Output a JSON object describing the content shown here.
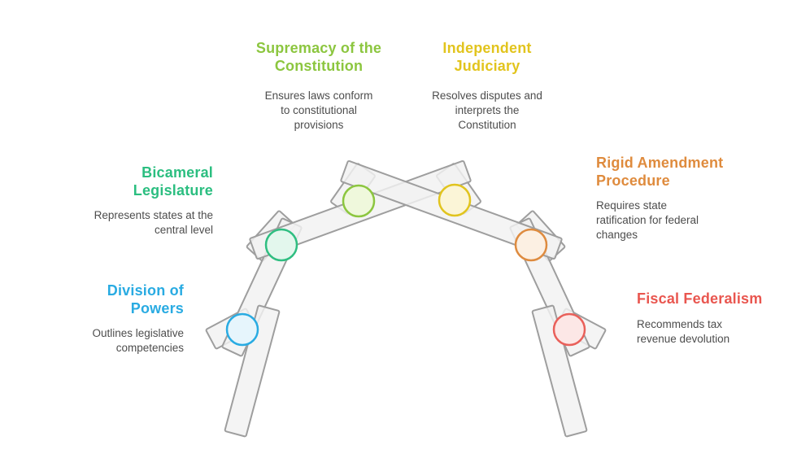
{
  "figure": {
    "background": "#FFFFFF",
    "plank_fill": "#F2F2F2",
    "plank_stroke": "#9E9E9E",
    "desc_text_color": "#4D4D4D"
  },
  "features": [
    {
      "id": "division-of-powers",
      "title_lines": [
        "Division of",
        "Powers"
      ],
      "desc_lines": [
        "Outlines legislative",
        "competencies"
      ],
      "color": "#29ABE2",
      "circle": {
        "fill": "#E6F5FC",
        "stroke": "#29ABE2"
      }
    },
    {
      "id": "bicameral-legislature",
      "title_lines": [
        "Bicameral",
        "Legislature"
      ],
      "desc_lines": [
        "Represents states at the",
        "central level"
      ],
      "color": "#2BBE80",
      "circle": {
        "fill": "#E3F7ED",
        "stroke": "#2FBE81"
      }
    },
    {
      "id": "supremacy-of-the-constitution",
      "title_lines": [
        "Supremacy of the",
        "Constitution"
      ],
      "desc_lines": [
        "Ensures laws conform",
        "to constitutional",
        "provisions"
      ],
      "color": "#8CC63F",
      "circle": {
        "fill": "#EFF8DC",
        "stroke": "#8CC63F"
      }
    },
    {
      "id": "independent-judiciary",
      "title_lines": [
        "Independent",
        "Judiciary"
      ],
      "desc_lines": [
        "Resolves disputes and",
        "interprets the",
        "Constitution"
      ],
      "color": "#E2C41D",
      "circle": {
        "fill": "#FBF5D7",
        "stroke": "#E1C41E"
      }
    },
    {
      "id": "rigid-amendment-procedure",
      "title_lines": [
        "Rigid Amendment",
        "Procedure"
      ],
      "desc_lines": [
        "Requires state",
        "ratification for federal",
        "changes"
      ],
      "color": "#DF8B3D",
      "circle": {
        "fill": "#FCF0E3",
        "stroke": "#DE8B3F"
      }
    },
    {
      "id": "fiscal-federalism",
      "title_lines": [
        "Fiscal Federalism"
      ],
      "desc_lines": [
        "Recommends tax",
        "revenue devolution"
      ],
      "color": "#E9564F",
      "circle": {
        "fill": "#FCE7E6",
        "stroke": "#E9605A"
      }
    }
  ]
}
